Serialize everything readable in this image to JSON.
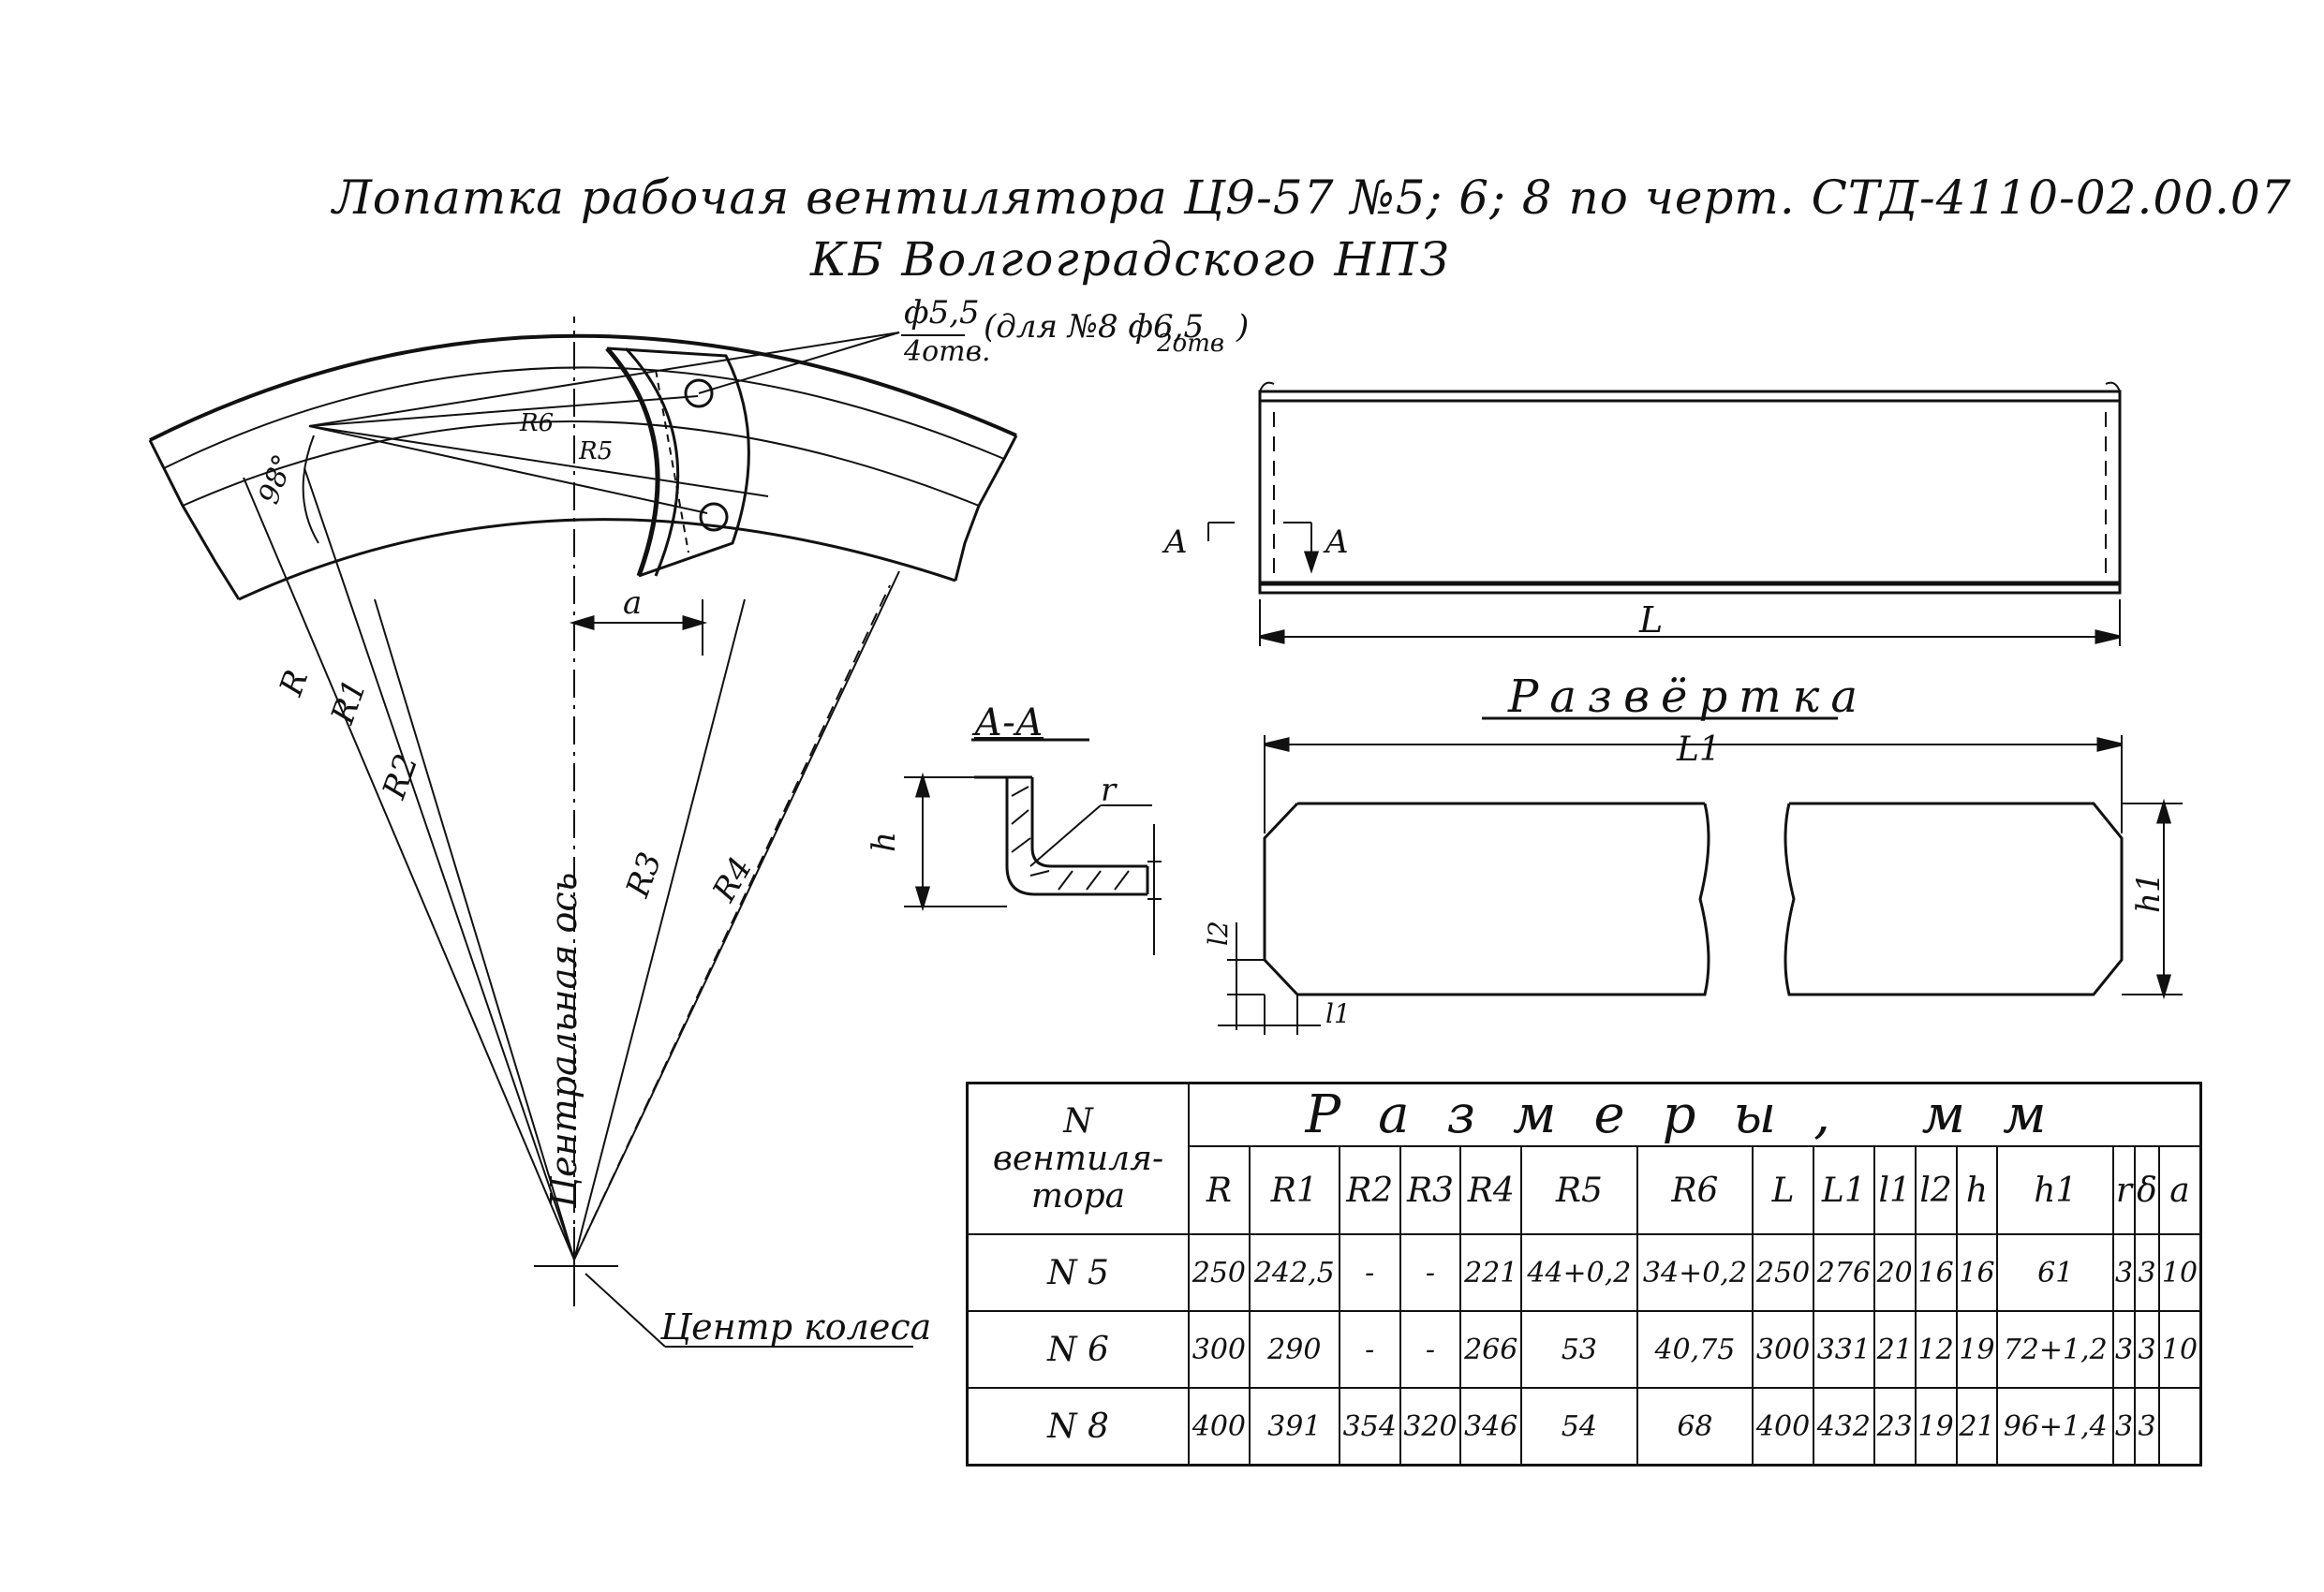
{
  "title": {
    "line1": "Лопатка рабочая вентилятора Ц9-57 №5; 6; 8 по черт. СТД-4110-02.00.07",
    "line2": "КБ Волгоградского НПЗ"
  },
  "callouts": {
    "hole_main": "ф5,5",
    "hole_main_count": "4отв.",
    "hole_alt": "(для №8 ф6,5",
    "hole_alt_count": "2отв",
    "hole_alt_close": ")",
    "angle": "98°",
    "dim_a": "a",
    "center_axis": "Центральная ось",
    "wheel_center": "Центр колеса"
  },
  "radius_labels": [
    "R",
    "R1",
    "R2",
    "R3",
    "R4",
    "R5",
    "R6"
  ],
  "blade_view": {
    "section_marker": "A",
    "length_label": "L"
  },
  "section": {
    "title": "А-А",
    "h_label": "h",
    "r_label": "r"
  },
  "development": {
    "title": "Развёртка",
    "length_label": "L1",
    "h1_label": "h1",
    "l1_label": "l1",
    "l2_label": "l2"
  },
  "table": {
    "header_left": [
      "N",
      "вентиля-",
      "тора"
    ],
    "header_sizes": "Размеры, мм",
    "columns": [
      "R",
      "R1",
      "R2",
      "R3",
      "R4",
      "R5",
      "R6",
      "L",
      "L1",
      "l1",
      "l2",
      "h",
      "h1",
      "r",
      "δ",
      "a"
    ],
    "rows": [
      {
        "num": "N 5",
        "cells": [
          "250",
          "242,5",
          "-",
          "-",
          "221",
          "44+0,2",
          "34+0,2",
          "250",
          "276",
          "20",
          "16",
          "16",
          "61",
          "3",
          "3",
          "10"
        ]
      },
      {
        "num": "N 6",
        "cells": [
          "300",
          "290",
          "-",
          "-",
          "266",
          "53",
          "40,75",
          "300",
          "331",
          "21",
          "12",
          "19",
          "72+1,2",
          "3",
          "3",
          "10"
        ]
      },
      {
        "num": "N 8",
        "cells": [
          "400",
          "391",
          "354",
          "320",
          "346",
          "54",
          "68",
          "400",
          "432",
          "23",
          "19",
          "21",
          "96+1,4",
          "3",
          "3",
          ""
        ]
      }
    ]
  }
}
